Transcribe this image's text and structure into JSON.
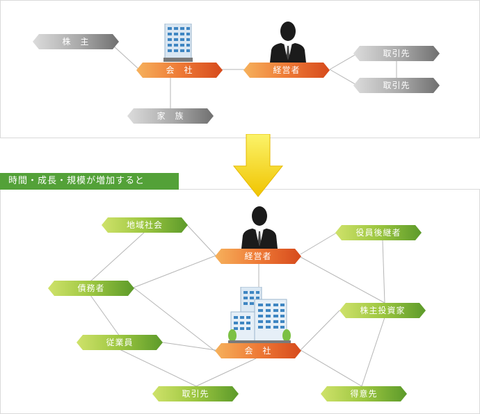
{
  "top": {
    "shareholders": "株　主",
    "company": "会　社",
    "manager": "経営者",
    "family": "家　族",
    "client_1": "取引先",
    "client_2": "取引先"
  },
  "banner": "時間・成長・規模が増加すると",
  "bottom": {
    "local_community": "地域社会",
    "manager": "経営者",
    "executive_successor": "役員後継者",
    "creditor": "債務者",
    "shareholder_investor": "株主投資家",
    "employee": "従業員",
    "company": "会　社",
    "client": "取引先",
    "customer": "得意先"
  },
  "colors": {
    "gray": "#8c8c8c",
    "orange": "#ee7a36",
    "green": "#7fb439",
    "banner": "#53a138",
    "arrow": "#f2d200"
  },
  "icons": [
    "person-icon",
    "building-icon",
    "down-arrow-icon"
  ]
}
